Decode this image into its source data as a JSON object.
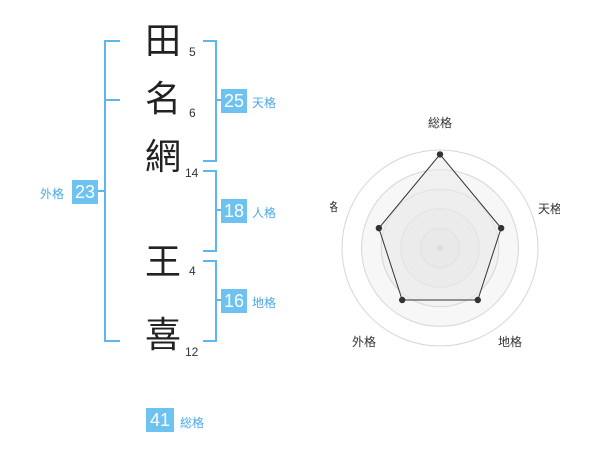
{
  "characters": [
    {
      "char": "田",
      "strokes": "5"
    },
    {
      "char": "名",
      "strokes": "6"
    },
    {
      "char": "網",
      "strokes": "14"
    },
    {
      "char": "王",
      "strokes": "4"
    },
    {
      "char": "喜",
      "strokes": "12"
    }
  ],
  "scores": {
    "tenkaku": {
      "value": "25",
      "label": "天格"
    },
    "jinkaku": {
      "value": "18",
      "label": "人格"
    },
    "chikaku": {
      "value": "16",
      "label": "地格"
    },
    "gaikaku": {
      "value": "23",
      "label": "外格"
    },
    "soukaku": {
      "value": "41",
      "label": "総格"
    }
  },
  "colors": {
    "accent": "#6ec2f0",
    "bracket": "#5fb6ec",
    "label": "#49a9e8"
  },
  "chart_data": {
    "type": "radar",
    "axes": [
      "総格",
      "天格",
      "地格",
      "外格",
      "人格"
    ],
    "values": [
      5,
      4,
      4,
      4,
      4
    ],
    "max": 5,
    "rings": 5
  }
}
